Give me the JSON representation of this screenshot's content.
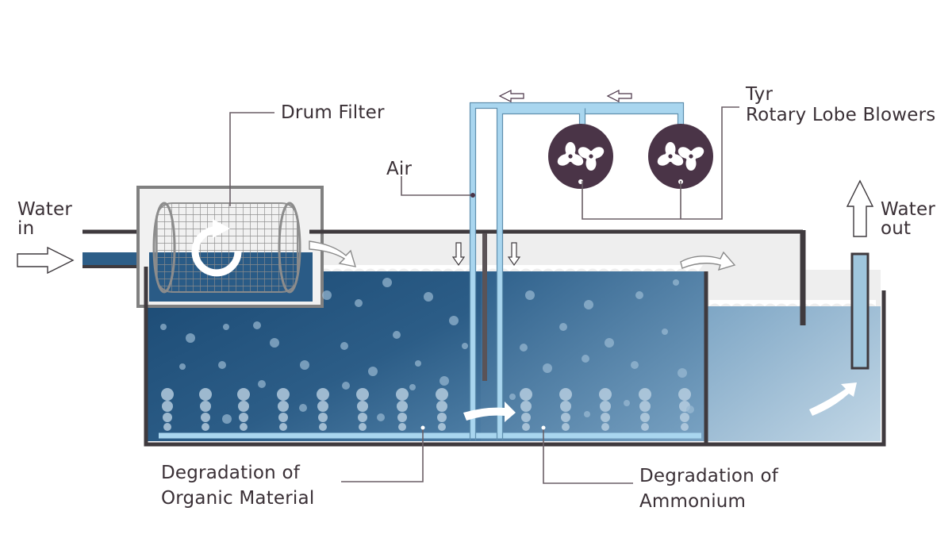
{
  "labels": {
    "drum_filter": "Drum Filter",
    "air": "Air",
    "blowers_line1": "Tyr",
    "blowers_line2": "Rotary Lobe Blowers",
    "water_in_line1": "Water",
    "water_in_line2": "in",
    "water_out_line1": "Water",
    "water_out_line2": "out",
    "organic_line1": "Degradation of",
    "organic_line2": "Organic Material",
    "ammonium_line1": "Degradation of",
    "ammonium_line2": "Ammonium"
  },
  "colors": {
    "water_dark": "#1e4f7a",
    "water_mid": "#3d6f98",
    "water_light": "#8fb4cf",
    "air_pipe": "#a9d6ef",
    "blower": "#4a3447",
    "outline": "#3f3a3e",
    "leader": "#6a5f66"
  }
}
